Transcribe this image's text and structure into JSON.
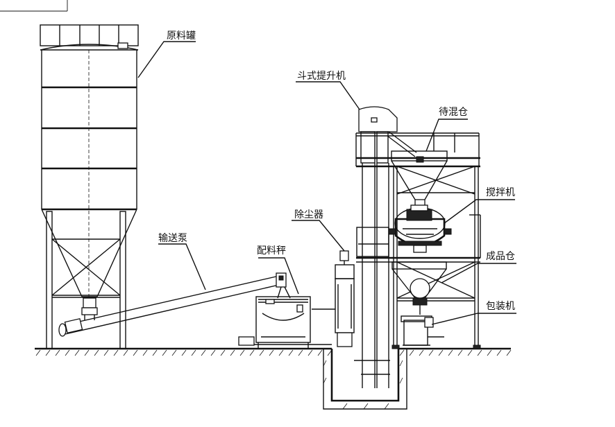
{
  "labels": {
    "silo": "原料罐",
    "bucket_elevator": "斗式提升机",
    "waiting_bin": "待混仓",
    "mixer": "搅拌机",
    "product_bin": "成品仓",
    "packing_machine": "包装机",
    "dust_collector": "除尘器",
    "batching_scale": "配料秤",
    "screw_conveyor": "输送泵"
  }
}
